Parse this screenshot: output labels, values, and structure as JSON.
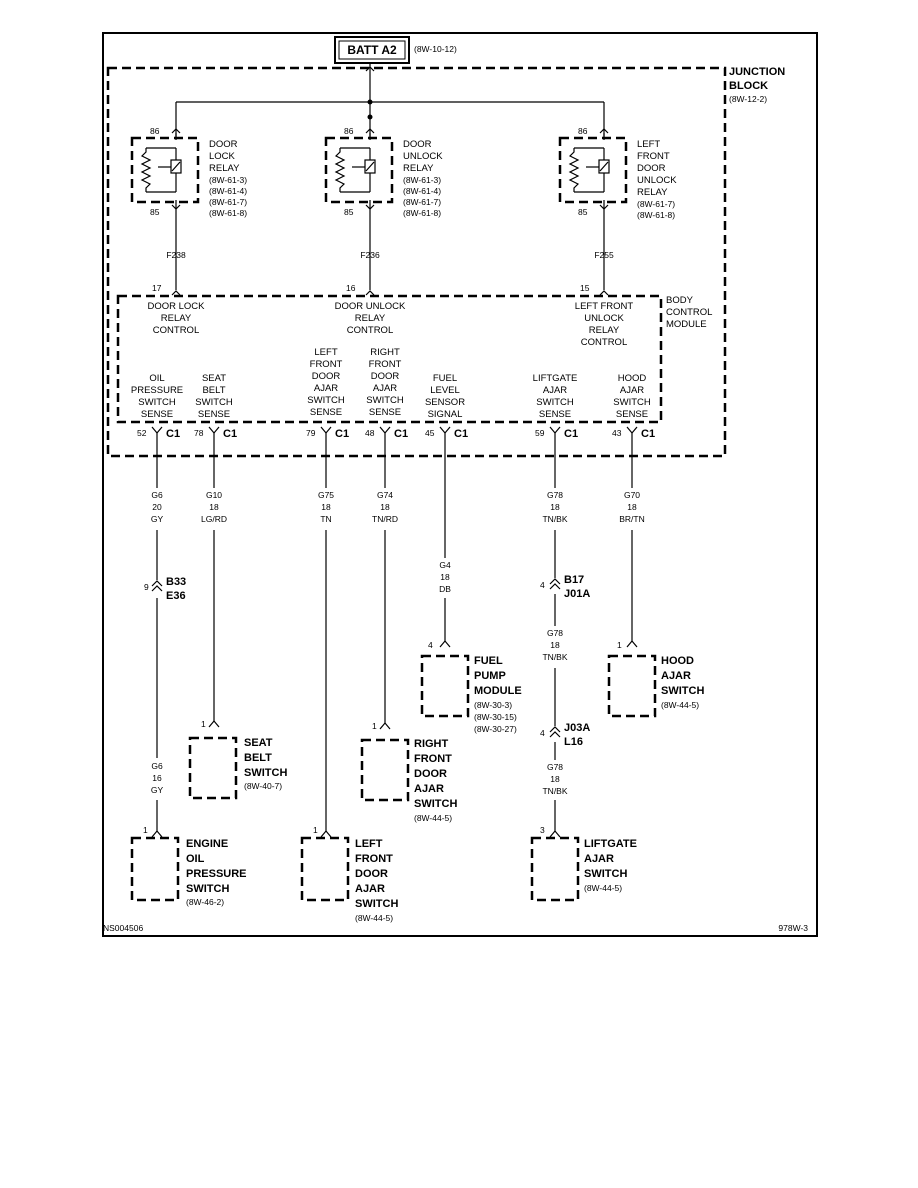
{
  "battery": {
    "label": "BATT A2",
    "ref": "(8W-10-12)"
  },
  "junction_block": {
    "title_line1": "JUNCTION",
    "title_line2": "BLOCK",
    "ref": "(8W-12-2)"
  },
  "relays": [
    {
      "pin_top": "86",
      "pin_bottom": "85",
      "name": [
        "DOOR",
        "LOCK",
        "RELAY"
      ],
      "refs": [
        "(8W-61-3)",
        "(8W-61-4)",
        "(8W-61-7)",
        "(8W-61-8)"
      ],
      "circuit": "F238"
    },
    {
      "pin_top": "86",
      "pin_bottom": "85",
      "name": [
        "DOOR",
        "UNLOCK",
        "RELAY"
      ],
      "refs": [
        "(8W-61-3)",
        "(8W-61-4)",
        "(8W-61-7)",
        "(8W-61-8)"
      ],
      "circuit": "F236"
    },
    {
      "pin_top": "86",
      "pin_bottom": "85",
      "name": [
        "LEFT",
        "FRONT",
        "DOOR",
        "UNLOCK",
        "RELAY"
      ],
      "refs": [
        "(8W-61-7)",
        "(8W-61-8)"
      ],
      "circuit": "F255"
    }
  ],
  "bcm": {
    "title": [
      "BODY",
      "CONTROL",
      "MODULE"
    ],
    "inputs": [
      {
        "pin": "17",
        "label": [
          "DOOR LOCK",
          "RELAY",
          "CONTROL"
        ]
      },
      {
        "pin": "16",
        "label": [
          "DOOR UNLOCK",
          "RELAY",
          "CONTROL"
        ]
      },
      {
        "pin": "15",
        "label": [
          "LEFT FRONT",
          "UNLOCK",
          "RELAY",
          "CONTROL"
        ]
      }
    ],
    "connector": "C1",
    "outputs": [
      {
        "pin": "52",
        "label": [
          "OIL",
          "PRESSURE",
          "SWITCH",
          "SENSE"
        ]
      },
      {
        "pin": "78",
        "label": [
          "SEAT",
          "BELT",
          "SWITCH",
          "SENSE"
        ]
      },
      {
        "pin": "79",
        "label": [
          "LEFT",
          "FRONT",
          "DOOR",
          "AJAR",
          "SWITCH",
          "SENSE"
        ]
      },
      {
        "pin": "48",
        "label": [
          "RIGHT",
          "FRONT",
          "DOOR",
          "AJAR",
          "SWITCH",
          "SENSE"
        ]
      },
      {
        "pin": "45",
        "label": [
          "FUEL",
          "LEVEL",
          "SENSOR",
          "SIGNAL"
        ]
      },
      {
        "pin": "59",
        "label": [
          "LIFTGATE",
          "AJAR",
          "SWITCH",
          "SENSE"
        ]
      },
      {
        "pin": "43",
        "label": [
          "HOOD",
          "AJAR",
          "SWITCH",
          "SENSE"
        ]
      }
    ]
  },
  "wires": {
    "g6": [
      "G6",
      "20",
      "GY"
    ],
    "g6b": [
      "G6",
      "16",
      "GY"
    ],
    "g10": [
      "G10",
      "18",
      "LG/RD"
    ],
    "g75": [
      "G75",
      "18",
      "TN"
    ],
    "g74": [
      "G74",
      "18",
      "TN/RD"
    ],
    "g4": [
      "G4",
      "18",
      "DB"
    ],
    "g78": [
      "G78",
      "18",
      "TN/BK"
    ],
    "g78b": [
      "G78",
      "18",
      "TN/BK"
    ],
    "g78c": [
      "G78",
      "18",
      "TN/BK"
    ],
    "g70": [
      "G70",
      "18",
      "BR/TN"
    ]
  },
  "inline_connectors": [
    {
      "pin": "9",
      "names": [
        "B33",
        "E36"
      ]
    },
    {
      "pin": "4",
      "names": [
        "B17",
        "J01A"
      ]
    },
    {
      "pin": "4",
      "names": [
        "J03A",
        "L16"
      ]
    }
  ],
  "components": [
    {
      "pin": "1",
      "name": [
        "ENGINE",
        "OIL",
        "PRESSURE",
        "SWITCH"
      ],
      "ref": "(8W-46-2)"
    },
    {
      "pin": "1",
      "name": [
        "SEAT",
        "BELT",
        "SWITCH"
      ],
      "ref": "(8W-40-7)"
    },
    {
      "pin": "1",
      "name": [
        "LEFT",
        "FRONT",
        "DOOR",
        "AJAR",
        "SWITCH"
      ],
      "ref": "(8W-44-5)"
    },
    {
      "pin": "1",
      "name": [
        "RIGHT",
        "FRONT",
        "DOOR",
        "AJAR",
        "SWITCH"
      ],
      "ref": "(8W-44-5)"
    },
    {
      "pin": "4",
      "name": [
        "FUEL",
        "PUMP",
        "MODULE"
      ],
      "refs": [
        "(8W-30-3)",
        "(8W-30-15)",
        "(8W-30-27)"
      ]
    },
    {
      "pin": "3",
      "name": [
        "LIFTGATE",
        "AJAR",
        "SWITCH"
      ],
      "ref": "(8W-44-5)"
    },
    {
      "pin": "1",
      "name": [
        "HOOD",
        "AJAR",
        "SWITCH"
      ],
      "ref": "(8W-44-5)"
    }
  ],
  "footer": {
    "left": "NS004506",
    "right": "978W-3"
  }
}
